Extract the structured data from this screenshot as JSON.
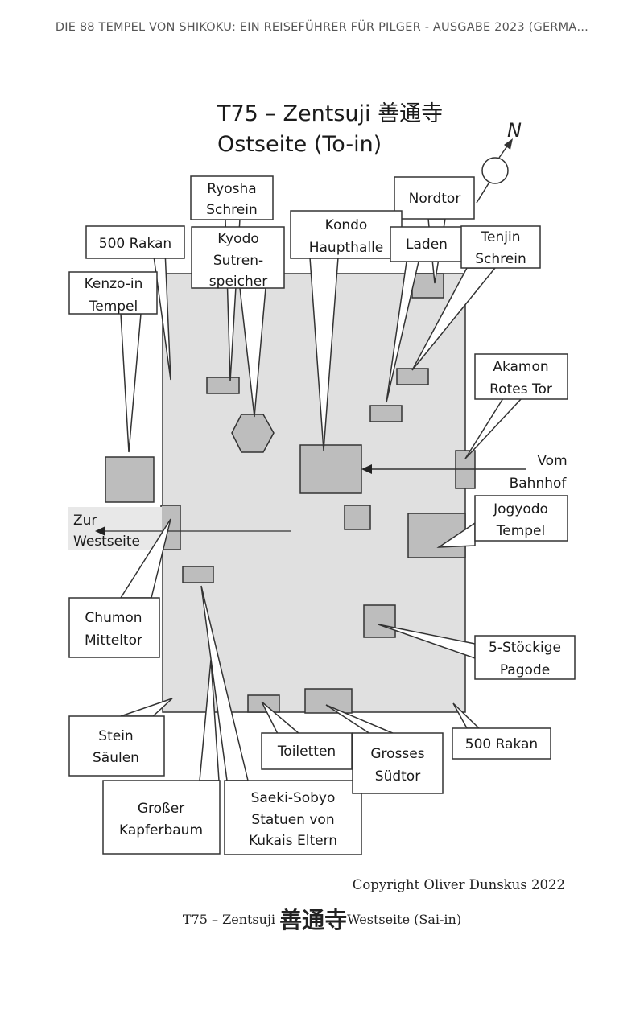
{
  "header": {
    "book_title": "DIE 88 TEMPEL VON SHIKOKU: EIN REISEFÜHRER FÜR PILGER - AUSGABE 2023 (GERMA…"
  },
  "map": {
    "title_line1": "T75 – Zentsuji 善通寺",
    "title_line2": "Ostseite (To-in)",
    "north_label": "N",
    "labels": {
      "ryosha_1": "Ryosha",
      "ryosha_2": "Schrein",
      "nordtor": "Nordtor",
      "rakan_top": "500 Rakan",
      "kyodo_1": "Kyodo",
      "kyodo_2": "Sutren-",
      "kyodo_3": "speicher",
      "kondo_1": "Kondo",
      "kondo_2": "Haupthalle",
      "laden": "Laden",
      "tenjin_1": "Tenjin",
      "tenjin_2": "Schrein",
      "kenzo_1": "Kenzo-in",
      "kenzo_2": "Tempel",
      "akamon_1": "Akamon",
      "akamon_2": "Rotes Tor",
      "vom_1": "Vom",
      "vom_2": "Bahnhof",
      "zur_1": "Zur",
      "zur_2": "Westseite",
      "jogyodo_1": "Jogyodo",
      "jogyodo_2": "Tempel",
      "chumon_1": "Chumon",
      "chumon_2": "Mitteltor",
      "pagode_1": "5-Stöckige",
      "pagode_2": "Pagode",
      "stein_1": "Stein",
      "stein_2": "Säulen",
      "toiletten": "Toiletten",
      "grosses_1": "Grosses",
      "grosses_2": "Südtor",
      "rakan_bottom": "500 Rakan",
      "kampfer_1": "Großer",
      "kampfer_2": "Kapferbaum",
      "saeki_1": "Saeki-Sobyo",
      "saeki_2": "Statuen von",
      "saeki_3": "Kukais Eltern"
    }
  },
  "copyright": "Copyright Oliver Dunskus 2022",
  "caption": {
    "prefix": "T75 – Zentsuji ",
    "kanji": "善通寺",
    "suffix": "Westseite (Sai-in)"
  },
  "colors": {
    "ground": "#e0e0e0",
    "building": "#bdbdbd",
    "stroke": "#333333"
  }
}
